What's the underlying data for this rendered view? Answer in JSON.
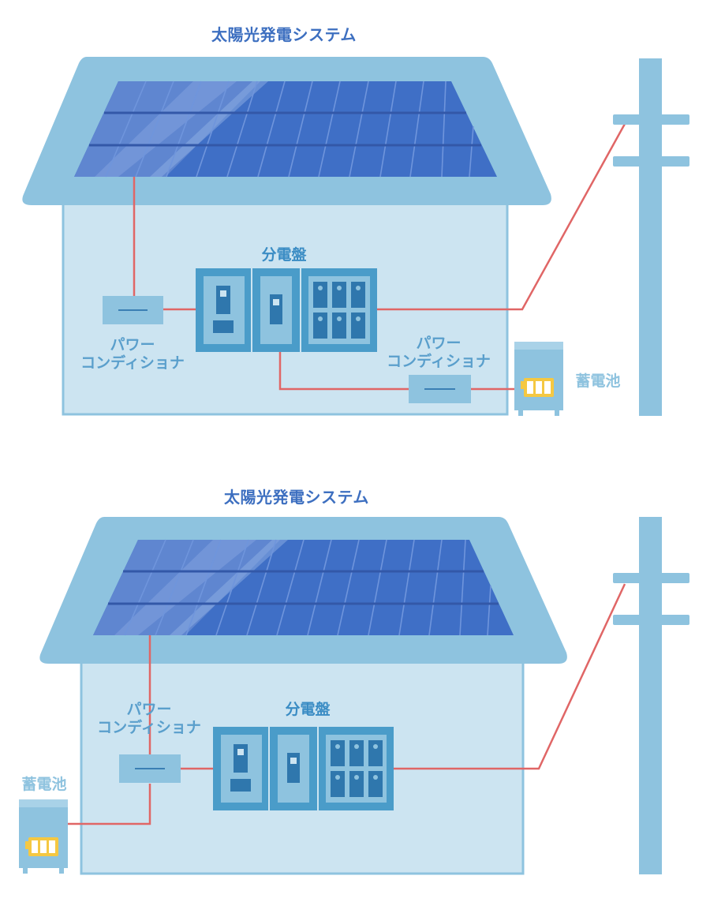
{
  "diagrams": [
    {
      "title": "太陽光発電システム",
      "panel_label": "分電盤",
      "pcs_label_1": "パワー",
      "pcs_label_2": "コンディショナ",
      "pcs2_label_1": "パワー",
      "pcs2_label_2": "コンディショナ",
      "battery_label": "蓄電池"
    },
    {
      "title": "太陽光発電システム",
      "panel_label": "分電盤",
      "pcs_label_1": "パワー",
      "pcs_label_2": "コンディショナ",
      "battery_label": "蓄電池"
    }
  ],
  "colors": {
    "roof": "#8ec3df",
    "wall": "#cce4f1",
    "wall_border": "#8ec3df",
    "solar_panel": "#3f6fc6",
    "distribution_board": "#4a9cc9",
    "wire": "#e06666",
    "pole": "#8ec3df",
    "battery_cell": "#f5c842",
    "title": "#3d6fc0"
  }
}
